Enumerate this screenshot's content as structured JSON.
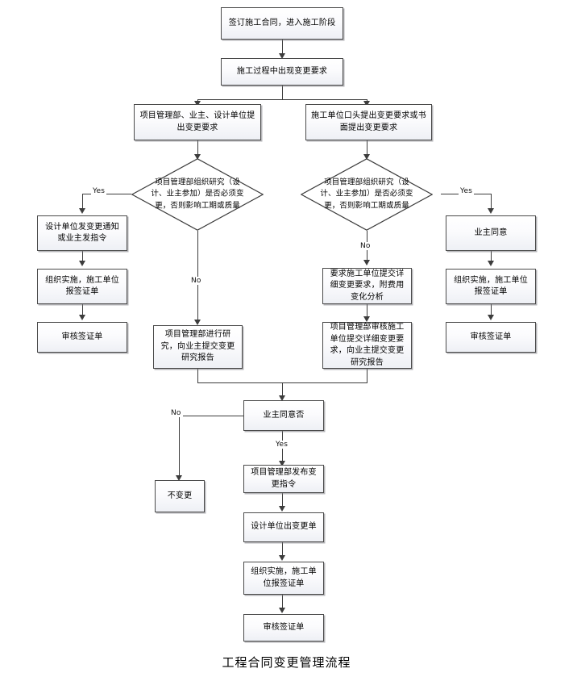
{
  "diagram": {
    "caption": "工程合同变更管理流程",
    "edge_labels": {
      "yes": "Yes",
      "no": "No"
    },
    "nodes": [
      {
        "id": "start",
        "type": "process",
        "text": "签订施工合同，进入施工阶段"
      },
      {
        "id": "change_request",
        "type": "process",
        "text": "施工过程中出现变更要求"
      },
      {
        "id": "left_origin",
        "type": "process",
        "text": "项目管理部、业主、设计单位提出变更要求"
      },
      {
        "id": "right_origin",
        "type": "process",
        "text": "施工单位口头提出变更要求或书面提出变更要求"
      },
      {
        "id": "left_decision",
        "type": "decision",
        "text": "项目管理部组织研究（设计、业主参加）是否必须变更，否则影响工期或质量"
      },
      {
        "id": "right_decision",
        "type": "decision",
        "text": "项目管理部组织研究（设计、业主参加）是否必须变更，否则影响工期或质量"
      },
      {
        "id": "design_notice",
        "type": "process",
        "text": "设计单位发变更通知或业主发指令"
      },
      {
        "id": "impl_left",
        "type": "process",
        "text": "组织实施，施工单位报签证单"
      },
      {
        "id": "audit_left",
        "type": "process",
        "text": "审核签证单"
      },
      {
        "id": "owner_agree",
        "type": "process",
        "text": "业主同意"
      },
      {
        "id": "impl_right",
        "type": "process",
        "text": "组织实施，施工单位报签证单"
      },
      {
        "id": "audit_right",
        "type": "process",
        "text": "审核签证单"
      },
      {
        "id": "pm_study",
        "type": "process",
        "text": "项目管理部进行研究，向业主提交变更研究报告"
      },
      {
        "id": "require_detail",
        "type": "process",
        "text": "要求施工单位提交详细变更要求，附费用变化分析"
      },
      {
        "id": "pm_review",
        "type": "process",
        "text": "项目管理部审核施工单位提交详细变更要求，向业主提交变更研究报告"
      },
      {
        "id": "owner_decision",
        "type": "process",
        "text": "业主同意否"
      },
      {
        "id": "no_change",
        "type": "process",
        "text": "不变更"
      },
      {
        "id": "issue_order",
        "type": "process",
        "text": "项目管理部发布变更指令"
      },
      {
        "id": "design_sheet",
        "type": "process",
        "text": "设计单位出变更单"
      },
      {
        "id": "impl_bottom",
        "type": "process",
        "text": "组织实施，施工单位报签证单"
      },
      {
        "id": "audit_bottom",
        "type": "process",
        "text": "审核签证单"
      }
    ]
  }
}
